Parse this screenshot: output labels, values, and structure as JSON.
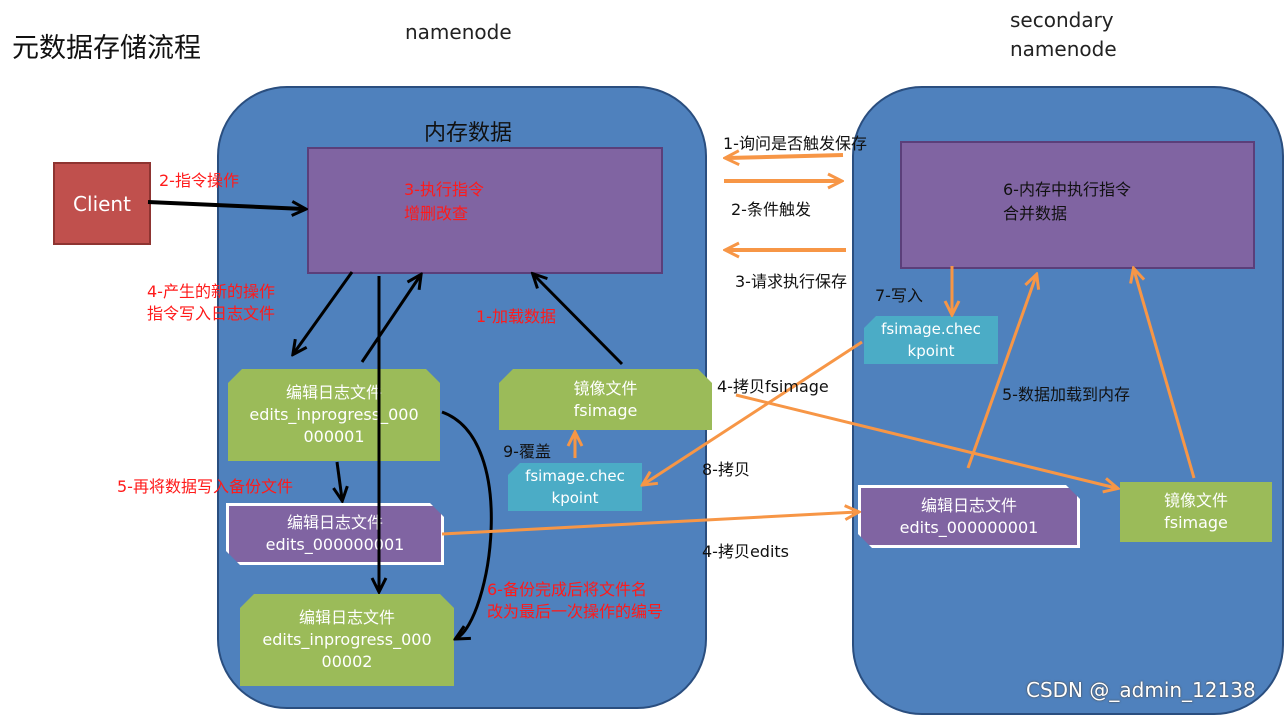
{
  "title": "元数据存储流程",
  "namenode_label": "namenode",
  "secondary_label": [
    "secondary",
    "namenode"
  ],
  "memory_heading": "内存数据",
  "client_label": "Client",
  "nn_memory": [
    "3-执行指令",
    "增删改查"
  ],
  "snn_memory": [
    "6-内存中执行指令",
    "合并数据"
  ],
  "boxes": {
    "edits_inprogress_1": [
      "编辑日志文件",
      "edits_inprogress_000",
      "000001"
    ],
    "edits_backup": [
      "编辑日志文件",
      "edits_000000001"
    ],
    "edits_inprogress_2": [
      "编辑日志文件",
      "edits_inprogress_000",
      "00002"
    ],
    "fsimage_nn": [
      "镜像文件",
      "fsimage"
    ],
    "checkpoint_nn": [
      "fsimage.chec",
      "kpoint"
    ],
    "checkpoint_snn": [
      "fsimage.chec",
      "kpoint"
    ],
    "edits_snn": [
      "编辑日志文件",
      "edits_000000001"
    ],
    "fsimage_snn": [
      "镜像文件",
      "fsimage"
    ]
  },
  "step_labels": {
    "cmd_op": "2-指令操作",
    "new_op": [
      "4-产生的新的操作",
      "指令写入日志文件"
    ],
    "load": "1-加载数据",
    "backup": "5-再将数据写入备份文件",
    "rename": [
      "6-备份完成后将文件名",
      "改为最后一次操作的编号"
    ],
    "overwrite": "9-覆盖",
    "ask": "1-询问是否触发保存",
    "trigger": "2-条件触发",
    "request": "3-请求执行保存",
    "write": "7-写入",
    "copy_fsimage": "4-拷贝fsimage",
    "copy_back": "8-拷贝",
    "copy_edits": "4-拷贝edits",
    "load_mem": "5-数据加载到内存"
  },
  "watermark": "CSDN @_admin_12138",
  "colors": {
    "region": "#4f81bd",
    "purple": "#8064a2",
    "green": "#9bbb59",
    "teal": "#4bacc6",
    "client": "#c0504d",
    "orange": "#f79646",
    "red_text": "#ff1a1a"
  }
}
